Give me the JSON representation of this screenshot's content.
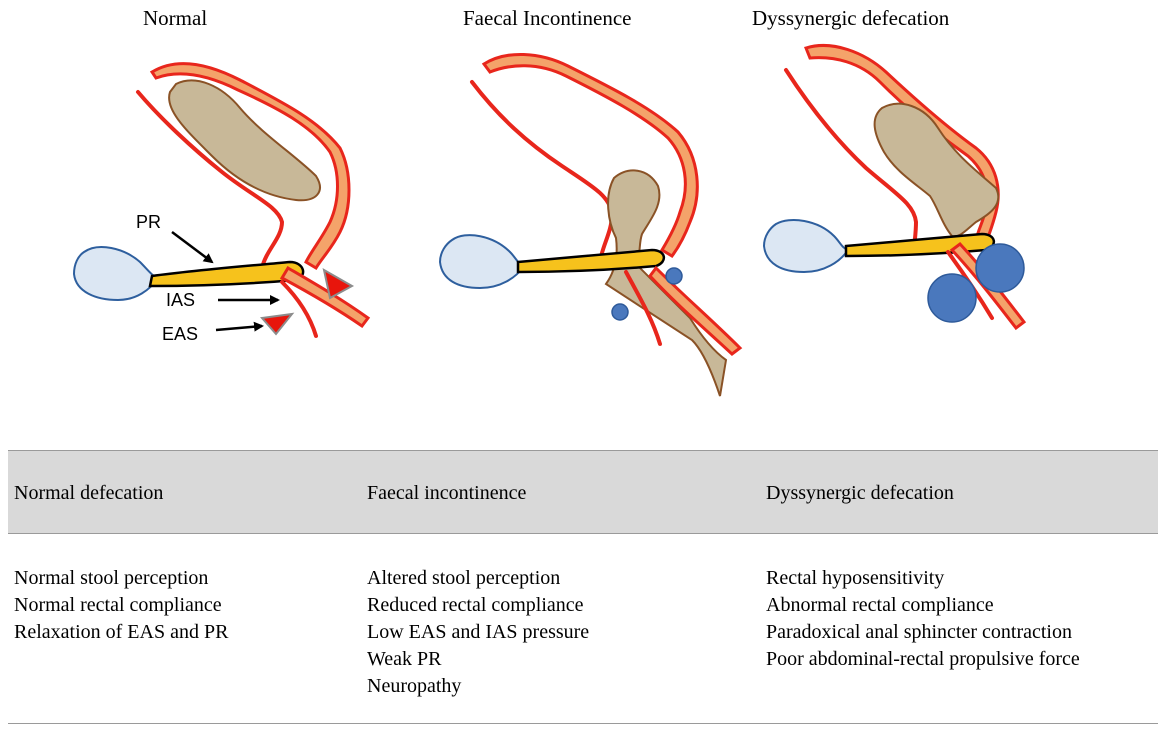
{
  "panels": [
    {
      "title": "Normal",
      "labels": [
        "PR",
        "IAS",
        "EAS"
      ]
    },
    {
      "title": "Faecal Incontinence"
    },
    {
      "title": "Dyssynergic defecation"
    }
  ],
  "colors": {
    "wall": "#e8261c",
    "wall_fill": "#f4a36a",
    "stool_fill": "#c8b898",
    "stool_edge": "#8a5226",
    "muscle_fill": "#f6c21c",
    "bone_fill": "#dce7f3",
    "bone_edge": "#2e5f9e",
    "sphincter_blue": "#4a78bd",
    "arrowhead_red": "#e8150c",
    "header_bg": "#d9d9d9"
  },
  "table": {
    "headers": [
      "Normal defecation",
      "Faecal incontinence",
      "Dyssynergic defecation"
    ],
    "columns": [
      [
        "Normal stool perception",
        "Normal rectal compliance",
        "Relaxation of EAS and PR"
      ],
      [
        "Altered stool perception",
        "Reduced rectal compliance",
        "Low EAS and IAS pressure",
        "Weak PR",
        "Neuropathy"
      ],
      [
        "Rectal hyposensitivity",
        "Abnormal rectal compliance",
        "Paradoxical anal sphincter contraction",
        "Poor abdominal-rectal propulsive force"
      ]
    ]
  }
}
